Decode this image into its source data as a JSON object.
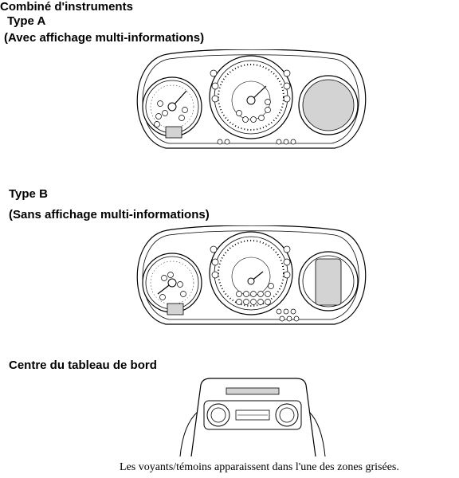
{
  "section_title": "Combiné d'instruments",
  "type_a": {
    "title": "Type A",
    "subtitle": "(Avec affichage multi-informations)"
  },
  "type_b": {
    "title": "Type B",
    "subtitle": "(Sans affichage multi-informations)"
  },
  "dashboard_center": {
    "title": "Centre du tableau de bord"
  },
  "caption": "Les voyants/témoins apparaissent dans l'une des zones grisées.",
  "colors": {
    "line": "#000000",
    "grey_zone": "#d3d3d3"
  }
}
